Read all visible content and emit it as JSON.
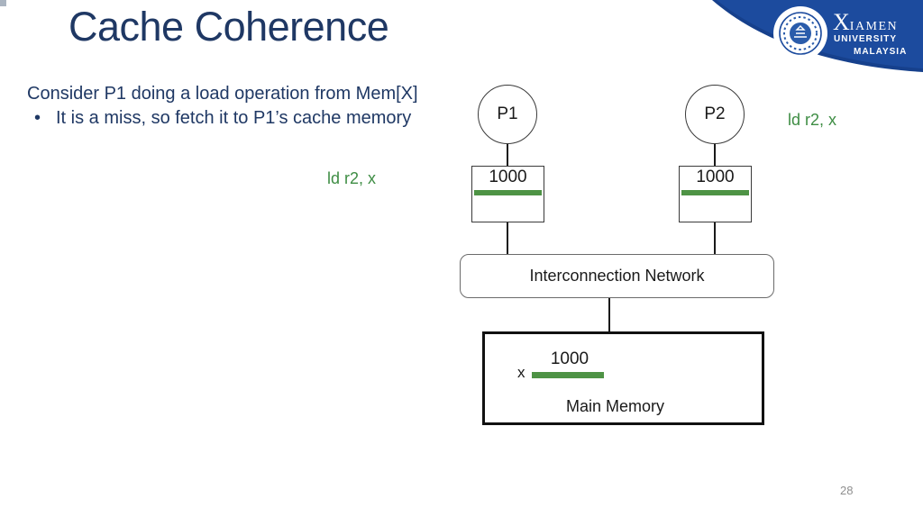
{
  "slide": {
    "title": "Cache Coherence",
    "body_line": "Consider P1 doing a load operation from Mem[X]",
    "bullet_marker": "•",
    "bullet_text": "It is a miss, so fetch it to P1’s cache memory",
    "instruction_left": "ld r2, x",
    "instruction_right": "ld r2, x",
    "page_number": "28"
  },
  "logo": {
    "wordmark_initial": "X",
    "wordmark_rest": "IAMEN",
    "line2": "UNIVERSITY",
    "line3": "MALAYSIA"
  },
  "diagram": {
    "processor1_label": "P1",
    "processor2_label": "P2",
    "cache1_value": "1000",
    "cache2_value": "1000",
    "network_label": "Interconnection Network",
    "memory_address_label": "x",
    "memory_value": "1000",
    "memory_label": "Main Memory"
  },
  "colors": {
    "title_navy": "#1f3864",
    "banner_blue": "#1c4b9e",
    "banner_edge_blue": "#16408c",
    "diagram_green": "#4e9345",
    "instruction_green": "#3e8d44",
    "page_number_gray": "#8f8f8f"
  }
}
